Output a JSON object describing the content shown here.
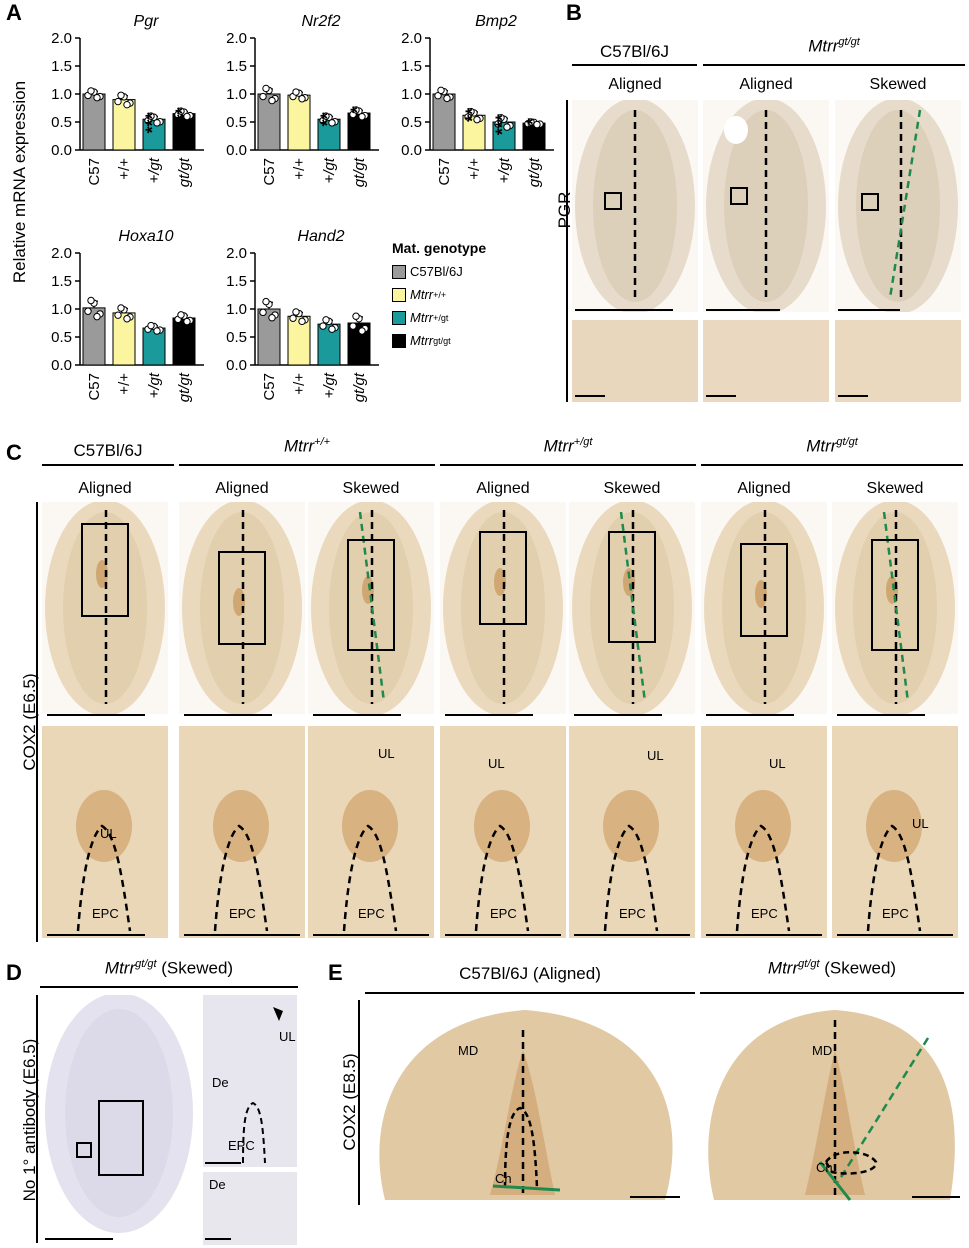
{
  "panel_labels": {
    "a": "A",
    "b": "B",
    "c": "C",
    "d": "D",
    "e": "E"
  },
  "panelA": {
    "y_axis_label": "Relative mRNA expression",
    "legend_title": "Mat. genotype",
    "legend": [
      {
        "label": "C57Bl/6J",
        "color": "#9a9a9a"
      },
      {
        "label": "Mtrr+/+",
        "color": "#fbf5a0"
      },
      {
        "label": "Mtrr+/gt",
        "color": "#1a9a9a"
      },
      {
        "label": "Mtrrgt/gt",
        "color": "#000000"
      }
    ],
    "y_ticks": [
      "0.0",
      "0.5",
      "1.0",
      "1.5",
      "2.0"
    ]
  },
  "chart_data": [
    {
      "type": "bar",
      "title": "Pgr",
      "categories": [
        "C57",
        "+/+",
        "+/gt",
        "gt/gt"
      ],
      "values": [
        1.0,
        0.9,
        0.55,
        0.65
      ],
      "errors": [
        0.05,
        0.07,
        0.05,
        0.04
      ],
      "significance": [
        "",
        "",
        "***",
        "**"
      ],
      "ylim": [
        0,
        2.0
      ],
      "ylabel": "Relative mRNA expression"
    },
    {
      "type": "bar",
      "title": "Nr2f2",
      "categories": [
        "C57",
        "+/+",
        "+/gt",
        "gt/gt"
      ],
      "values": [
        1.0,
        0.98,
        0.55,
        0.66
      ],
      "errors": [
        0.09,
        0.05,
        0.05,
        0.05
      ],
      "significance": [
        "",
        "",
        "**",
        "*"
      ],
      "ylim": [
        0,
        2.0
      ]
    },
    {
      "type": "bar",
      "title": "Bmp2",
      "categories": [
        "C57",
        "+/+",
        "+/gt",
        "gt/gt"
      ],
      "values": [
        1.0,
        0.62,
        0.5,
        0.48
      ],
      "errors": [
        0.06,
        0.06,
        0.07,
        0.02
      ],
      "significance": [
        "",
        "**",
        "***",
        "***"
      ],
      "ylim": [
        0,
        2.0
      ]
    },
    {
      "type": "bar",
      "title": "Hoxa10",
      "categories": [
        "C57",
        "+/+",
        "+/gt",
        "gt/gt"
      ],
      "values": [
        1.02,
        0.93,
        0.66,
        0.84
      ],
      "errors": [
        0.12,
        0.08,
        0.04,
        0.05
      ],
      "significance": [
        "",
        "",
        "",
        ""
      ],
      "ylim": [
        0,
        2.0
      ],
      "ylabel": "Relative mRNA expression"
    },
    {
      "type": "bar",
      "title": "Hand2",
      "categories": [
        "C57",
        "+/+",
        "+/gt",
        "gt/gt"
      ],
      "values": [
        1.0,
        0.87,
        0.73,
        0.75
      ],
      "errors": [
        0.12,
        0.07,
        0.07,
        0.11
      ],
      "significance": [
        "",
        "",
        "",
        ""
      ],
      "ylim": [
        0,
        2.0
      ]
    }
  ],
  "panelB": {
    "header1": "C57Bl/6J",
    "header2": "Mtrr",
    "header2_sup": "gt/gt",
    "cols": [
      "Aligned",
      "Aligned",
      "Skewed"
    ],
    "row_label": "PGR"
  },
  "panelC": {
    "groups": [
      {
        "name": "C57Bl/6J",
        "sup": ""
      },
      {
        "name": "Mtrr",
        "sup": "+/+"
      },
      {
        "name": "Mtrr",
        "sup": "+/gt"
      },
      {
        "name": "Mtrr",
        "sup": "gt/gt"
      }
    ],
    "cols": [
      "Aligned",
      "Aligned",
      "Skewed",
      "Aligned",
      "Skewed",
      "Aligned",
      "Skewed"
    ],
    "row_label": "COX2 (E6.5)",
    "ul": "UL",
    "epc": "EPC"
  },
  "panelD": {
    "title": "Mtrr",
    "title_sup": "gt/gt",
    "title_suffix": " (Skewed)",
    "row_label": "No 1° antibody (E6.5)",
    "ul": "UL",
    "de": "De",
    "epc": "EPC"
  },
  "panelE": {
    "header1": "C57Bl/6J (Aligned)",
    "header2": "Mtrr",
    "header2_sup": "gt/gt",
    "header2_suffix": " (Skewed)",
    "row_label": "COX2 (E8.5)",
    "md": "MD",
    "ch": "Ch"
  }
}
